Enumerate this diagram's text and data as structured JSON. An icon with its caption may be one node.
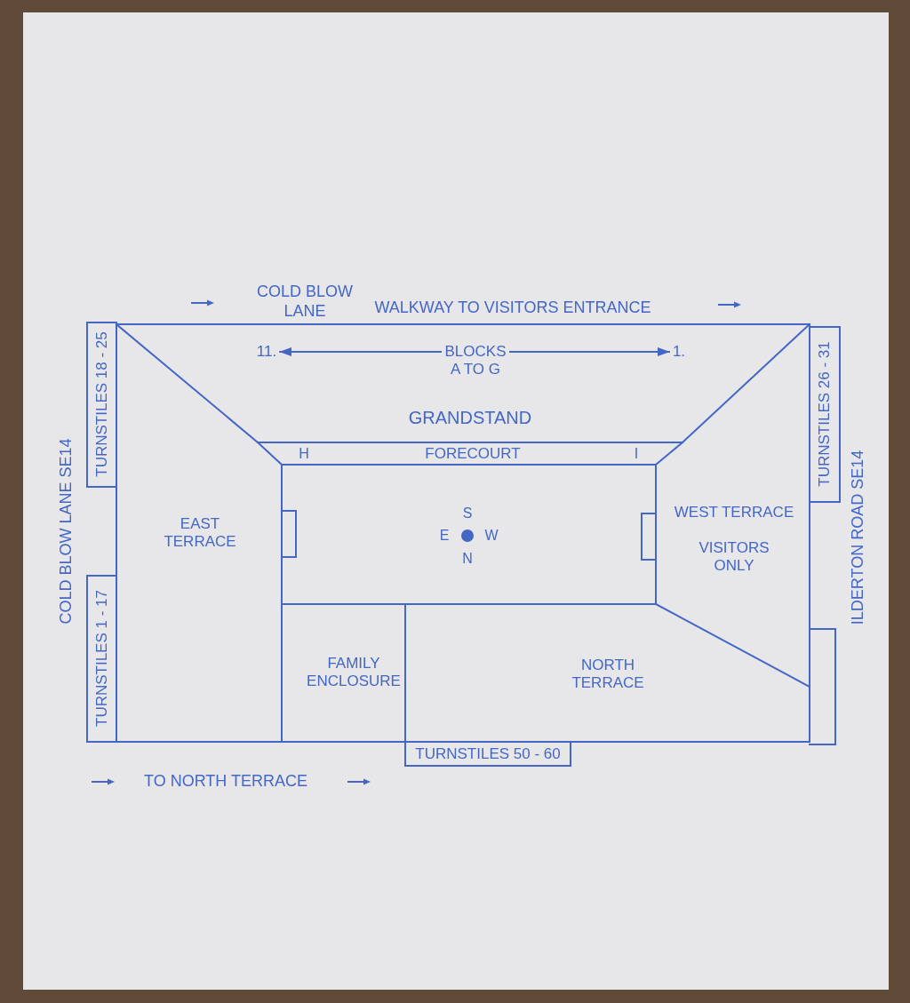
{
  "diagram": {
    "nodes": [
      {
        "text": [
          "TURNSTILES 18 - 25"
        ]
      },
      {
        "text": [
          "GRANDSTAND"
        ]
      },
      {
        "text": [
          "11."
        ],
        "in": 1
      },
      {
        "text": [
          "BLOCKS A TO G"
        ],
        "in": 1
      },
      {
        "text": [
          "1."
        ],
        "in": 1
      },
      {
        "text": [
          "TURNSTILES 26 - 31"
        ]
      },
      {
        "text": [
          "H",
          "FORECOURT",
          "I"
        ]
      },
      {
        "text": [
          "EAST TERRACE"
        ]
      },
      {
        "text": [
          "S",
          "E",
          "W",
          "N"
        ]
      },
      {
        "text": [],
        "shape": "box",
        "in": 8
      },
      {
        "text": [],
        "shape": "box",
        "in": 8
      },
      {
        "text": [
          "WEST TERRACE",
          "VISITORS ONLY"
        ]
      },
      {
        "text": [
          "TURNSTILES 1 - 17"
        ]
      },
      {
        "text": [
          "FAMILY ENCLOSURE"
        ]
      },
      {
        "text": [
          "NORTH TERRACE"
        ]
      },
      {
        "text": [],
        "shape": "box"
      },
      {
        "text": [
          "TURNSTILES 50 - 60"
        ]
      }
    ],
    "edges": [
      {
        "from": 3,
        "to": 2,
        "arrow": "to"
      },
      {
        "from": 3,
        "to": 4,
        "arrow": "to"
      }
    ],
    "labels": [
      "COLD BLOW LANE",
      "WALKWAY TO VISITORS ENTRANCE",
      "COLD BLOW LANE SE14",
      "ILDERTON ROAD SE14",
      "TO NORTH TERRACE"
    ]
  }
}
